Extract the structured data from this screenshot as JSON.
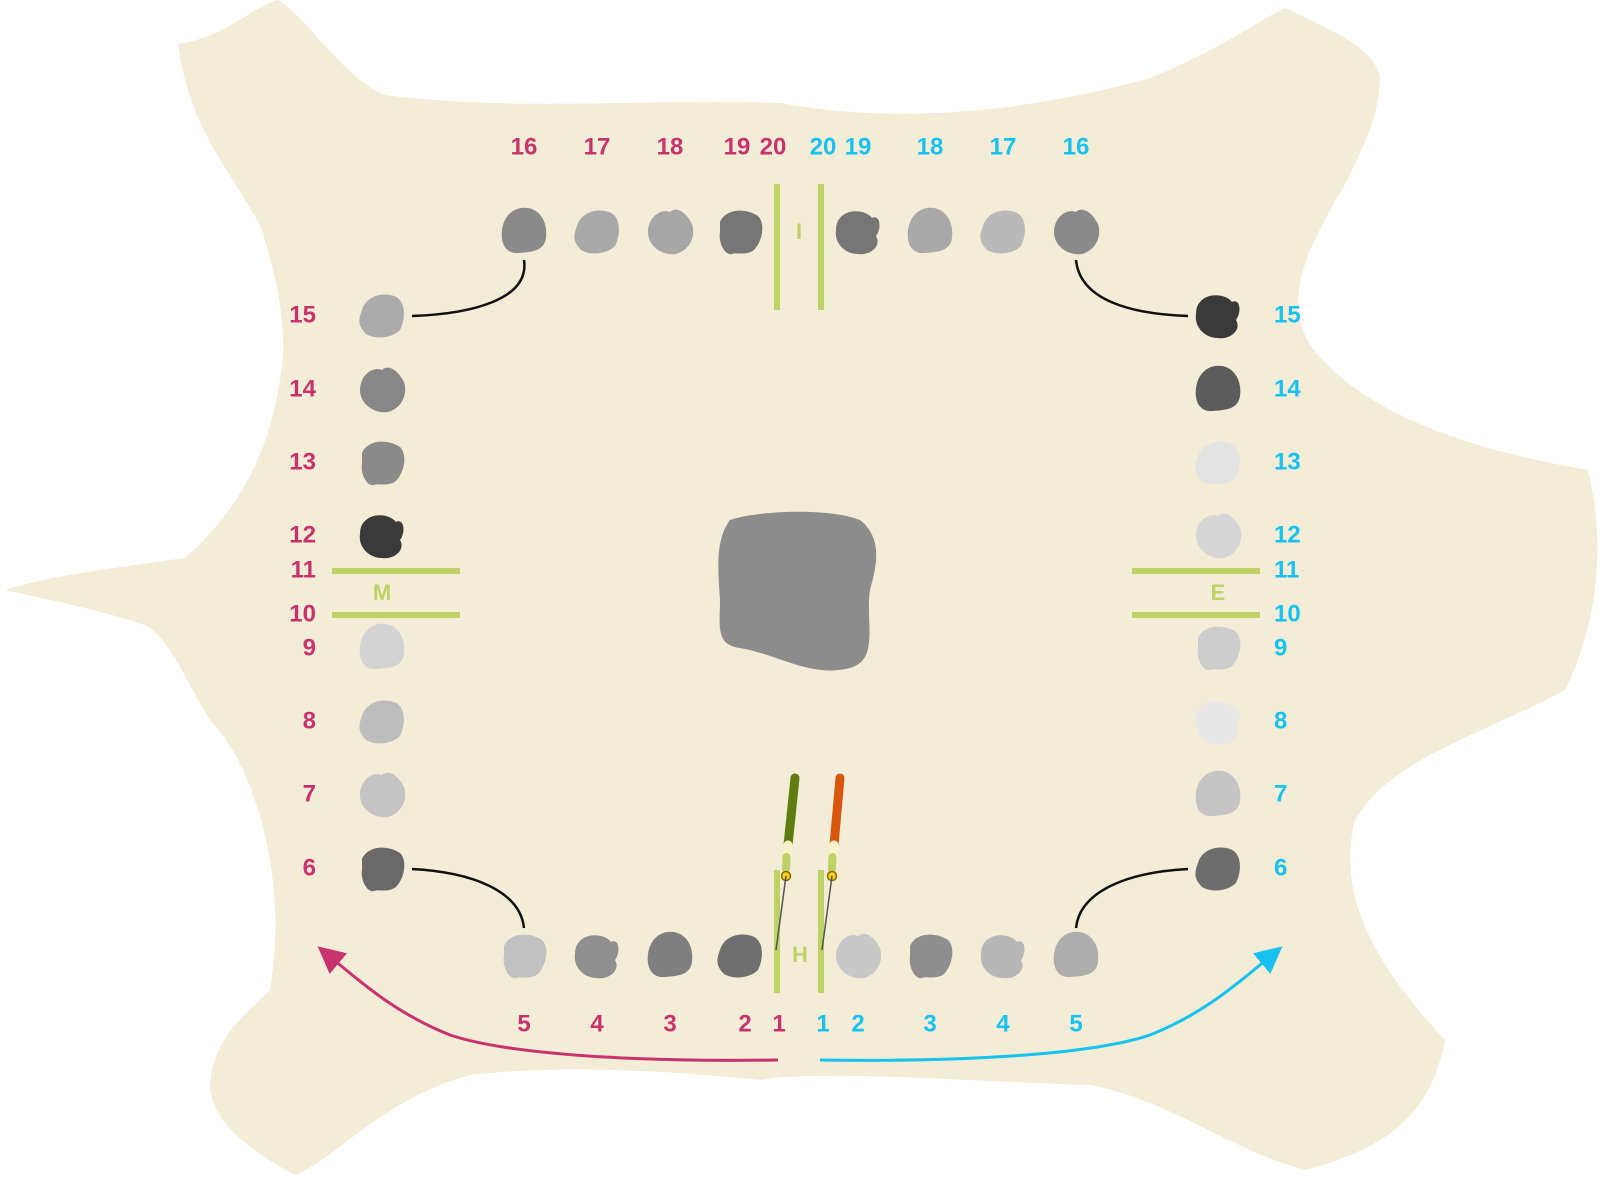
{
  "colors": {
    "hide": "#F3ECD6",
    "left_labels": "#C8326E",
    "right_labels": "#18C2F0",
    "marker_lines": "#BDD165",
    "connectors": "#111111",
    "center_stone": "#8C8C8C",
    "green_stick": "#5E7C10",
    "orange_stick": "#D9560F"
  },
  "markers": {
    "top": "I",
    "bottom": "H",
    "left": "M",
    "right": "E"
  },
  "left_labels": {
    "top": [
      "16",
      "17",
      "18",
      "19",
      "20"
    ],
    "side": [
      "15",
      "14",
      "13",
      "12",
      "11",
      "10",
      "9",
      "8",
      "7",
      "6"
    ],
    "bottom": [
      "5",
      "4",
      "3",
      "2",
      "1"
    ]
  },
  "right_labels": {
    "top": [
      "20",
      "19",
      "18",
      "17",
      "16"
    ],
    "side": [
      "15",
      "14",
      "13",
      "12",
      "11",
      "10",
      "9",
      "8",
      "7",
      "6"
    ],
    "bottom": [
      "1",
      "2",
      "3",
      "4",
      "5"
    ]
  },
  "stones": {
    "top_left": [
      {
        "shade": "#8A8A8A",
        "icon": "stone-icon"
      },
      {
        "shade": "#A9A9A9",
        "icon": "stone-icon"
      },
      {
        "shade": "#A6A6A6",
        "icon": "stone-icon"
      },
      {
        "shade": "#767676",
        "icon": "stone-icon"
      }
    ],
    "top_right": [
      {
        "shade": "#767676",
        "icon": "stone-icon"
      },
      {
        "shade": "#A9A9A9",
        "icon": "stone-icon"
      },
      {
        "shade": "#B9B9B9",
        "icon": "stone-icon"
      },
      {
        "shade": "#8A8A8A",
        "icon": "stone-icon"
      }
    ],
    "left": [
      {
        "shade": "#ABABAB",
        "icon": "stone-icon"
      },
      {
        "shade": "#878787",
        "icon": "stone-icon"
      },
      {
        "shade": "#8A8A8A",
        "icon": "stone-icon"
      },
      {
        "shade": "#3A3A3A",
        "icon": "stone-icon"
      },
      {
        "shade": "#D3D3D3",
        "icon": "stone-icon"
      },
      {
        "shade": "#BDBDBD",
        "icon": "stone-icon"
      },
      {
        "shade": "#C4C4C4",
        "icon": "stone-icon"
      },
      {
        "shade": "#696969",
        "icon": "stone-icon"
      }
    ],
    "right": [
      {
        "shade": "#3A3A3A",
        "icon": "stone-icon"
      },
      {
        "shade": "#5C5C5C",
        "icon": "stone-icon"
      },
      {
        "shade": "#E3E3E3",
        "icon": "stone-icon"
      },
      {
        "shade": "#D6D6D6",
        "icon": "stone-icon"
      },
      {
        "shade": "#CDCDCD",
        "icon": "stone-icon"
      },
      {
        "shade": "#E8E8E8",
        "icon": "stone-icon"
      },
      {
        "shade": "#C4C4C4",
        "icon": "stone-icon"
      },
      {
        "shade": "#6D6D6D",
        "icon": "stone-icon"
      }
    ],
    "bottom_left": [
      {
        "shade": "#C1C1C1",
        "icon": "stone-icon"
      },
      {
        "shade": "#8F8F8F",
        "icon": "stone-icon"
      },
      {
        "shade": "#7F7F7F",
        "icon": "stone-icon"
      },
      {
        "shade": "#6F6F6F",
        "icon": "stone-icon"
      }
    ],
    "bottom_right": [
      {
        "shade": "#C8C8C8",
        "icon": "stone-icon"
      },
      {
        "shade": "#8E8E8E",
        "icon": "stone-icon"
      },
      {
        "shade": "#B7B7B7",
        "icon": "stone-icon"
      },
      {
        "shade": "#ADADAD",
        "icon": "stone-icon"
      }
    ]
  }
}
